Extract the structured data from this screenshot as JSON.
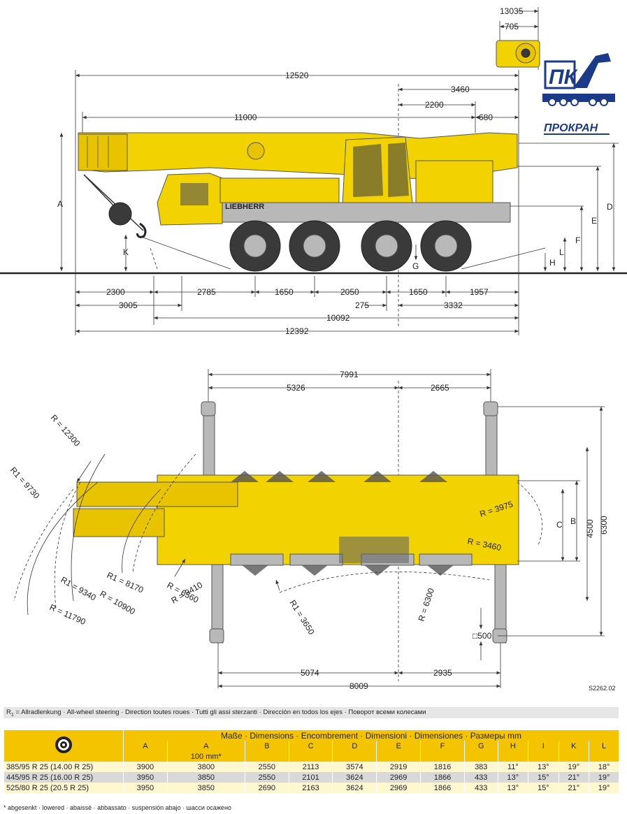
{
  "figure_code": "S2262.02",
  "logo": {
    "text": "ПК",
    "brand": "ПРОКРАН"
  },
  "cab_brand": "LIEBHERR",
  "side_view": {
    "top_dims": [
      "13035",
      "705",
      "12520",
      "3460",
      "2200",
      "11000",
      "680"
    ],
    "bottom_dims": [
      "2300",
      "2785",
      "1650",
      "2050",
      "1650",
      "1957",
      "3005",
      "275",
      "3332",
      "10092",
      "12392"
    ],
    "letters": [
      "A",
      "D",
      "E",
      "F",
      "L",
      "H",
      "K",
      "G"
    ]
  },
  "top_view": {
    "top_dims": [
      "7991",
      "5326",
      "2665"
    ],
    "bottom_dims": [
      "5074",
      "2935",
      "8009"
    ],
    "right_dims": [
      "4500",
      "6300",
      "□500"
    ],
    "letters": [
      "C",
      "B"
    ],
    "radii": [
      "R = 12300",
      "R1 = 9730",
      "R1 = 8170",
      "R = 10900",
      "R1 = 9340",
      "R = 11790",
      "R = 6560",
      "R = 9410",
      "R1 = 3650",
      "R = 6300",
      "R = 3975",
      "R = 3460"
    ]
  },
  "steering_note": {
    "prefix": "R",
    "sub": "1",
    "text": " =  Allradlenkung · All-wheel steering · Direction toutes roues · Tutti gli assi sterzanti · Dirección en todos los ejes · Поворот всеми колесами"
  },
  "table": {
    "title": "Maße · Dimensions · Encombrement · Dimensioni · Dimensiones · Размеры mm",
    "columns": [
      "A",
      "A",
      "B",
      "C",
      "D",
      "E",
      "F",
      "G",
      "H",
      "I",
      "K",
      "L"
    ],
    "a_sub": "100 mm*",
    "rows": [
      {
        "tire": "385/95 R 25 (14.00 R 25)",
        "values": [
          "3900",
          "3800",
          "2550",
          "2113",
          "3574",
          "2919",
          "1816",
          "383",
          "11°",
          "13°",
          "19°",
          "18°"
        ]
      },
      {
        "tire": "445/95 R 25 (16.00 R 25)",
        "values": [
          "3950",
          "3850",
          "2550",
          "2101",
          "3624",
          "2969",
          "1866",
          "433",
          "13°",
          "15°",
          "21°",
          "19°"
        ]
      },
      {
        "tire": "525/80 R 25 (20.5  R 25)",
        "values": [
          "3950",
          "3850",
          "2690",
          "2163",
          "3624",
          "2969",
          "1866",
          "433",
          "13°",
          "15°",
          "21°",
          "19°"
        ]
      }
    ]
  },
  "footnote": "* abgesenkt · lowered · abaissé · abbassato · suspensión abajo · шасси осажено"
}
